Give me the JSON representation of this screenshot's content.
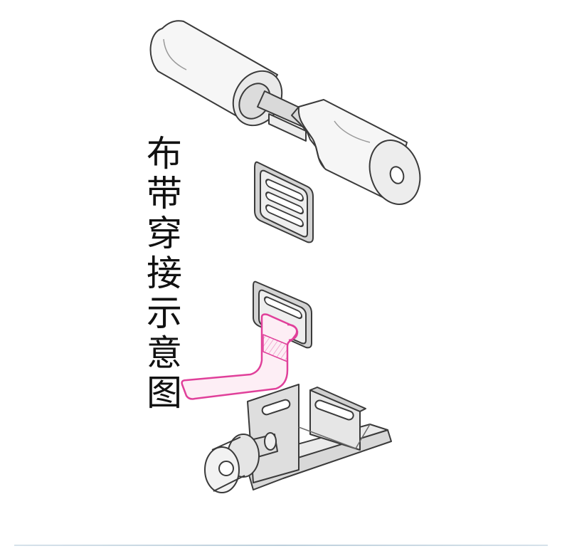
{
  "caption": {
    "text": "布带穿接示意图"
  },
  "colors": {
    "line": "#3a3a3a",
    "shade": "#cfcfcf",
    "light": "#f2f2f2",
    "strap": "#e0409a",
    "strap_fill": "#fbe3ef",
    "rule": "#c3d4df"
  },
  "parts": [
    "roller-tube",
    "slotted-buckle-plate",
    "slotted-buckle-plate",
    "fabric-strap",
    "mounting-bracket",
    "bracket-knob"
  ]
}
